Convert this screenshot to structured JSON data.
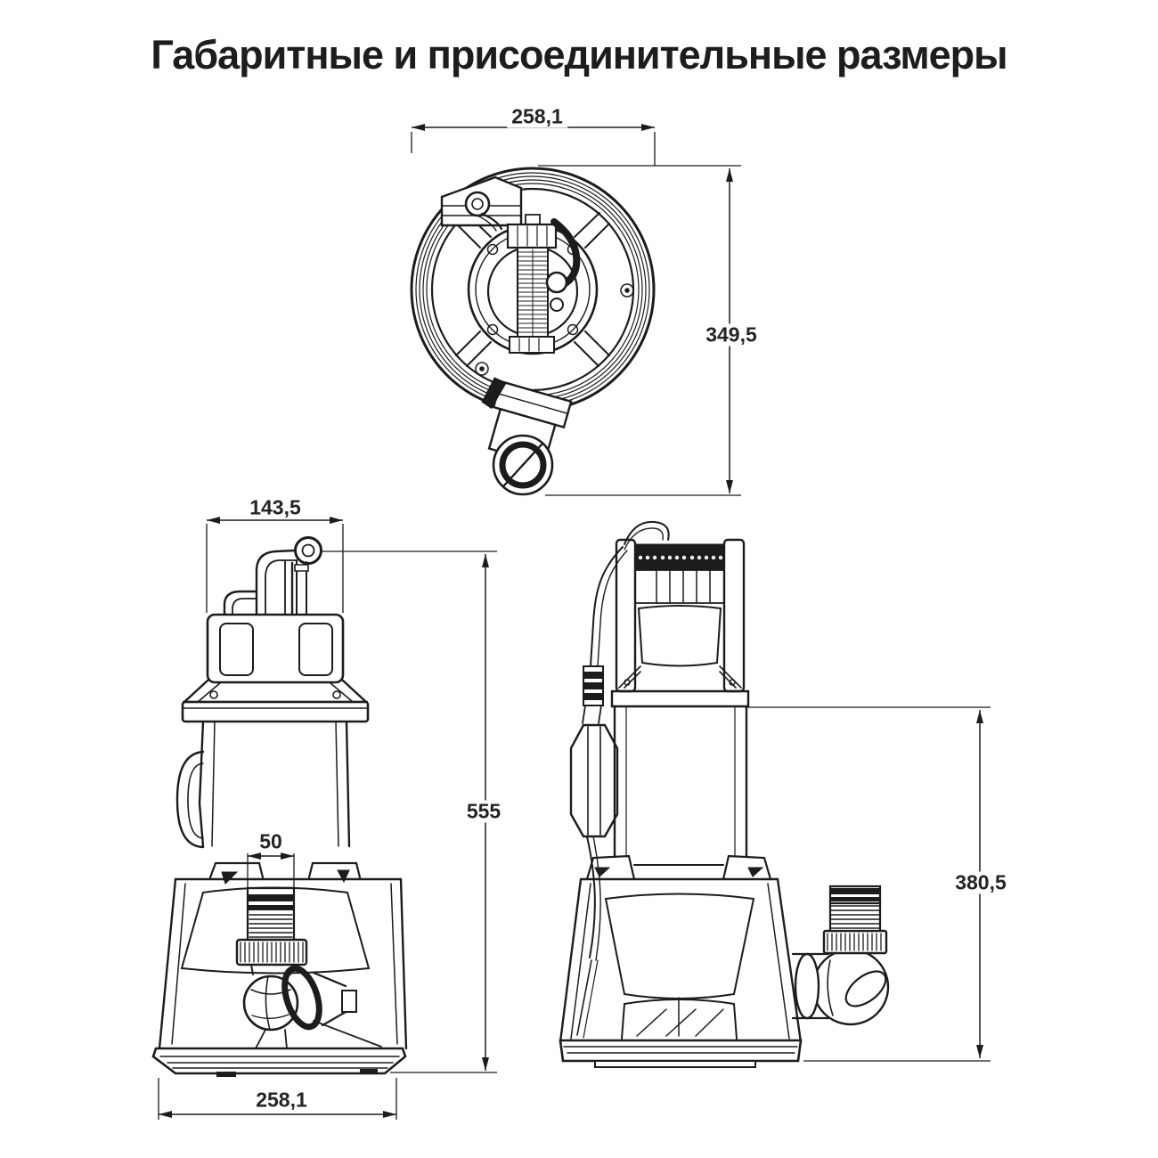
{
  "title": "Габаритные и присоединительные размеры",
  "dimensions": {
    "top_width": "258,1",
    "top_depth": "349,5",
    "handle_width": "143,5",
    "total_height": "555",
    "outlet_size": "50",
    "base_width": "258,1",
    "pump_body_height": "380,5"
  },
  "style": {
    "line_color": "#1c1c1c",
    "background": "#ffffff",
    "text_color": "#242424"
  }
}
